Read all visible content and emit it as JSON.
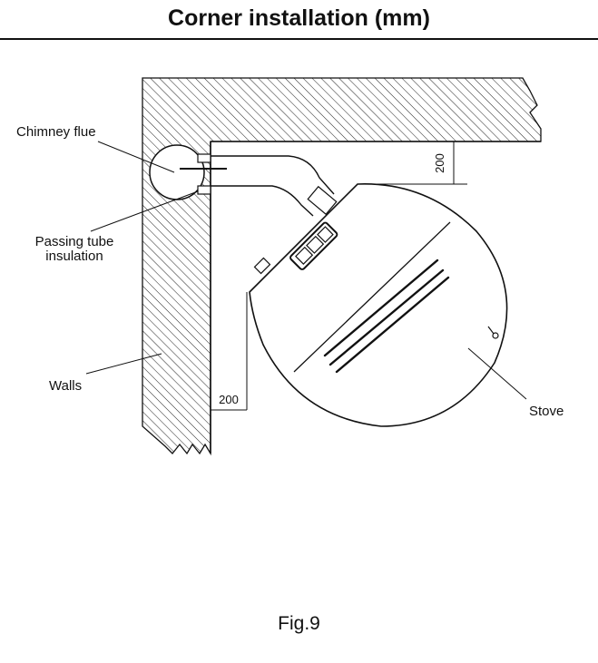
{
  "title": "Corner installation (mm)",
  "labels": {
    "chimney_flue": "Chimney flue",
    "passing_tube_line1": "Passing tube",
    "passing_tube_line2": "insulation",
    "walls": "Walls",
    "stove": "Stove"
  },
  "dimensions": {
    "top_clearance": "200",
    "side_clearance": "200"
  },
  "caption": "Fig.9"
}
